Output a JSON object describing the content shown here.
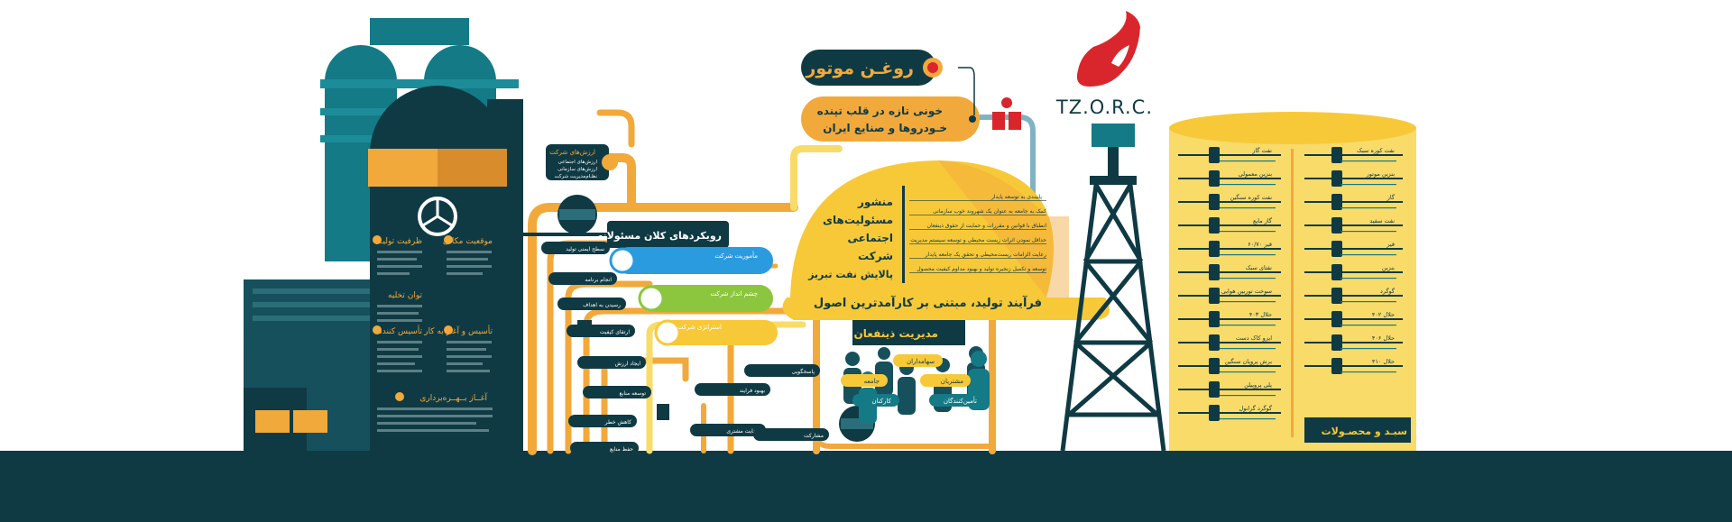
{
  "brand": {
    "logo_text": "TZ.O.R.C.",
    "colors": {
      "navy": "#0f3a44",
      "teal": "#147a86",
      "orange": "#f2a93b",
      "yellow": "#f7c938",
      "tank": "#f9db6a",
      "green": "#8cc63f",
      "blue": "#2b9be0",
      "red": "#d9262c"
    }
  },
  "motor_oil": {
    "title": "روغـن موتور",
    "tagline_line1": "خونی تازه در قلب تپنده",
    "tagline_line2": "خـودروها و صنایع ایران"
  },
  "company_values": {
    "title": "ارزش‌های شرکت",
    "items": [
      "ارزش‌های اجتماعی",
      "ارزش‌های سازمانی",
      "نظـام‌مدیریت شرکت"
    ]
  },
  "tower": {
    "sections": [
      "ظرفیت تولیـد",
      "موقعیت مکانی",
      "توان تخلیه",
      "تأسیس و آغاز به کار",
      "تأسیس کننده",
      "آغــاز بــهــره‌برداری"
    ]
  },
  "approaches": {
    "title": "رویکردهای کلان مسئولانه",
    "items": [
      {
        "title": "مأموریت شرکت",
        "icon": "handshake-icon"
      },
      {
        "title": "چشم انداز شرکت",
        "icon": "dollar-gear-icon"
      },
      {
        "title": "استراتژی شرکت",
        "icon": "euro-gear-icon"
      }
    ]
  },
  "pipe_labels": [
    "سطح ایمنی تولید",
    "انجام برنامه",
    "رسیدن به اهداف",
    "ارتقای کیفیت",
    "ایجاد ارزش",
    "توسعه منابع",
    "کاهش خطر",
    "حفظ منابع",
    "بهبود فرایند",
    "رضایت مشتری",
    "پاسخگویی",
    "مشارکت"
  ],
  "helmet": {
    "charter_lines": [
      "منشور",
      "مسئولیت‌های",
      "اجتماعی",
      "شرکت",
      "پالایش نفت تبریز"
    ],
    "items": [
      "پایبندی به توسعه پایدار",
      "کمک به جامعه به عنوان یک شهروند خوب سازمانی",
      "انطباق با قوانین و مقررات و حمایت از حقوق ذینفعان",
      "حداقل نمودن اثرات زیست محیطی و توسعه سیستم مدیریت",
      "رعایت الزامات زیست‌محیطی و تحقق یک جامعه پایدار",
      "توسعه و تکمیل زنجیره تولید و بهبود مداوم کیفیت محصول"
    ],
    "brim_text": "فرآیند تولید، مبتنی بر کارآمدترین اصول"
  },
  "stakeholders": {
    "title": "مدیریت ذینفعان",
    "groups": [
      "سهامداران",
      "جامعه",
      "کارکنان",
      "مشتریان",
      "تأمین‌کنندگان"
    ]
  },
  "products": {
    "title": "سبـد و محصـولات",
    "left_column": [
      "نفت کوره سبک",
      "بنزین موتور",
      "گاز",
      "نفت سفید",
      "قیر",
      "بنزین",
      "گوگرد",
      "حلال ۴۰۲",
      "حلال ۴۰۶",
      "حلال ۴۱۰"
    ],
    "right_column": [
      "نفت گاز",
      "بنزین معمولی",
      "نفت کوره سنگین",
      "گاز مایع",
      "قیر ۶۰/۷۰",
      "نفتای سبک",
      "سوخت توربین هوایی",
      "حلال ۴۰۳",
      "ایزو کاک دست",
      "برش پروپان سنگین",
      "پلی پروپیلن",
      "گوگرد گرانول"
    ]
  }
}
